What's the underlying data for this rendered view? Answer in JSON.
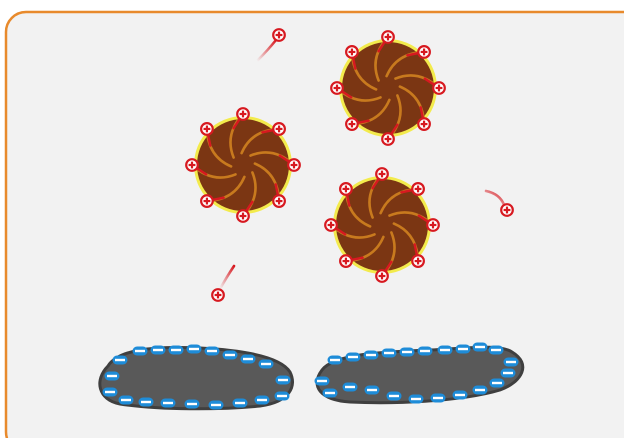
{
  "colors": {
    "frame_border": "#e88a2c",
    "frame_fill": "#f2f2f2",
    "particle_fill": "#7b3613",
    "particle_halo": "#f3ea2f",
    "particle_vein": "#c87a1e",
    "positive_ion_ring": "#d71920",
    "positive_ion_tail": "#d71920",
    "clay_fill": "#595959",
    "clay_outline": "#3f3f3f",
    "negative_charge_fill": "#1e8cd8",
    "negative_charge_mark": "#ffffff"
  },
  "icons": {
    "positive_charge": "plus-in-circle",
    "negative_charge": "minus-in-capsule"
  },
  "counts": {
    "soil_particles": 3,
    "charges_per_particle": 8,
    "free_positive_ions": 3,
    "clay_platelets": 2
  }
}
